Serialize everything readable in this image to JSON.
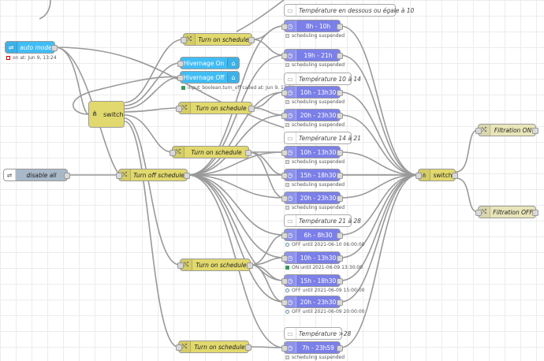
{
  "nodes": {
    "auto_mode": {
      "label": "auto mode",
      "status": "on at: Jun 9, 13:24"
    },
    "disable_all": {
      "label": "disable all"
    },
    "switch_main": {
      "label": "switch"
    },
    "switch_out": {
      "label": "switch"
    },
    "turn_on_1": {
      "label": "Turn on schedule"
    },
    "turn_on_2": {
      "label": "Turn on schedule"
    },
    "turn_on_3": {
      "label": "Turn on schedule"
    },
    "turn_on_4": {
      "label": "Turn on schedule"
    },
    "turn_on_5": {
      "label": "Turn on schedule"
    },
    "turn_off": {
      "label": "Turn off schedule"
    },
    "hivernage_on": {
      "label": "Hivernage On"
    },
    "hivernage_off": {
      "label": "Hivernage Off",
      "status": "input_boolean.turn_off called at: Jun 9, 13:24"
    },
    "filtration_on": {
      "label": "Filtration ON"
    },
    "filtration_off": {
      "label": "Filtration OFF"
    }
  },
  "comments": [
    {
      "label": "Température en dessous ou égale à 10"
    },
    {
      "label": "Température 10 à 14"
    },
    {
      "label": "Température 14 à 21"
    },
    {
      "label": "Température 21 à 28"
    },
    {
      "label": "Température >28"
    }
  ],
  "schedules": [
    {
      "label": "8h - 10h",
      "status": "scheduling suspended"
    },
    {
      "label": "19h - 21h",
      "status": "scheduling suspended"
    },
    {
      "label": "10h - 13h30",
      "status": "scheduling suspended"
    },
    {
      "label": "20h - 23h30",
      "status": "scheduling suspended"
    },
    {
      "label": "10h - 13h30",
      "status": "scheduling suspended"
    },
    {
      "label": "15h - 18h30",
      "status": "scheduling suspended"
    },
    {
      "label": "20h - 23h30",
      "status": "scheduling suspended"
    },
    {
      "label": "6h - 8h30",
      "status": "OFF until 2021-06-10 06:00:00"
    },
    {
      "label": "10h - 13h30",
      "status": "ON until 2021-06-09 13:30:00"
    },
    {
      "label": "15h - 18h30",
      "status": "OFF until 2021-06-09 15:00:00"
    },
    {
      "label": "20h - 23h30",
      "status": "OFF until 2021-06-09 20:00:00"
    },
    {
      "label": "7h - 23h59",
      "status": "scheduling suspended"
    }
  ]
}
